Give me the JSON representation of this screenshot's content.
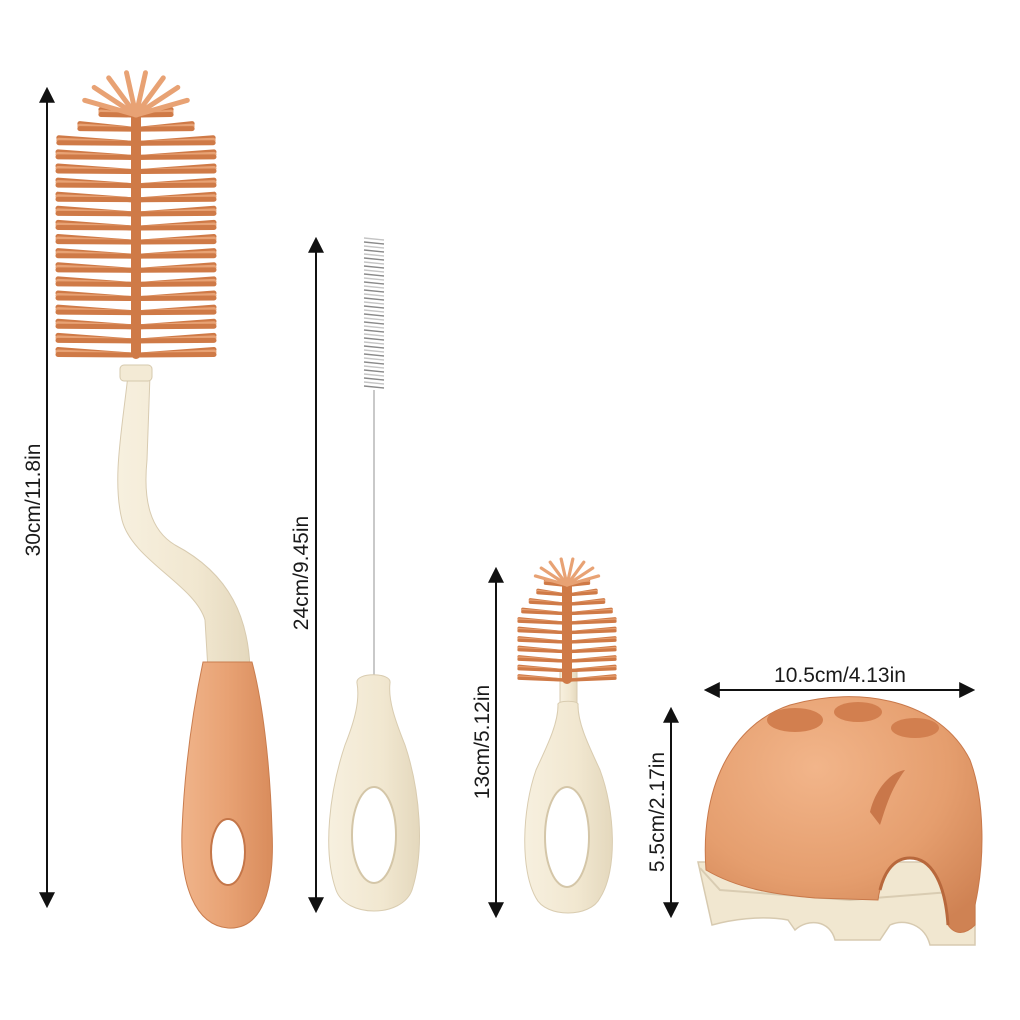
{
  "dimensions": {
    "large_brush": "30cm/11.8in",
    "straw_brush": "24cm/9.45in",
    "nipple_brush": "13cm/5.12in",
    "stand_height": "5.5cm/2.17in",
    "stand_width": "10.5cm/4.13in"
  },
  "colors": {
    "brush_orange": "#e8a274",
    "bristle_dark": "#cf7a47",
    "handle_cream": "#f3ead5",
    "arrow": "#111111"
  }
}
